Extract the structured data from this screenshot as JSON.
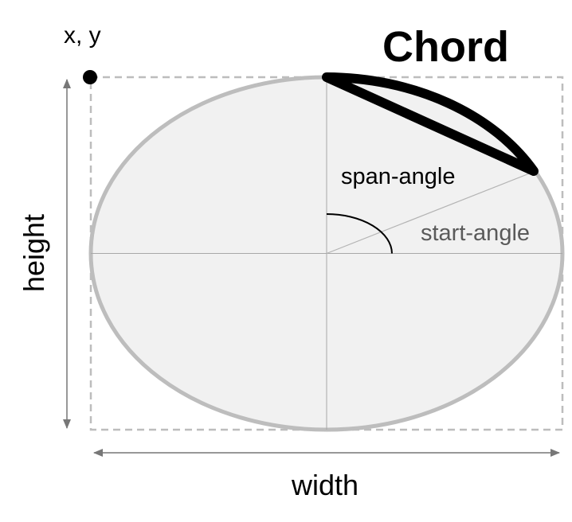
{
  "title": "Chord",
  "labels": {
    "origin": "x, y",
    "width": "width",
    "height": "height",
    "span_angle": "span-angle",
    "start_angle": "start-angle"
  },
  "colors": {
    "ellipse_fill": "#f1f1f1",
    "ellipse_stroke": "#bdbdbd",
    "bounding_box": "#bdbdbd",
    "axis_lines": "#a8a8a8",
    "chord": "#000000",
    "arrows": "#777777",
    "start_angle_label": "#5a5a5a"
  }
}
